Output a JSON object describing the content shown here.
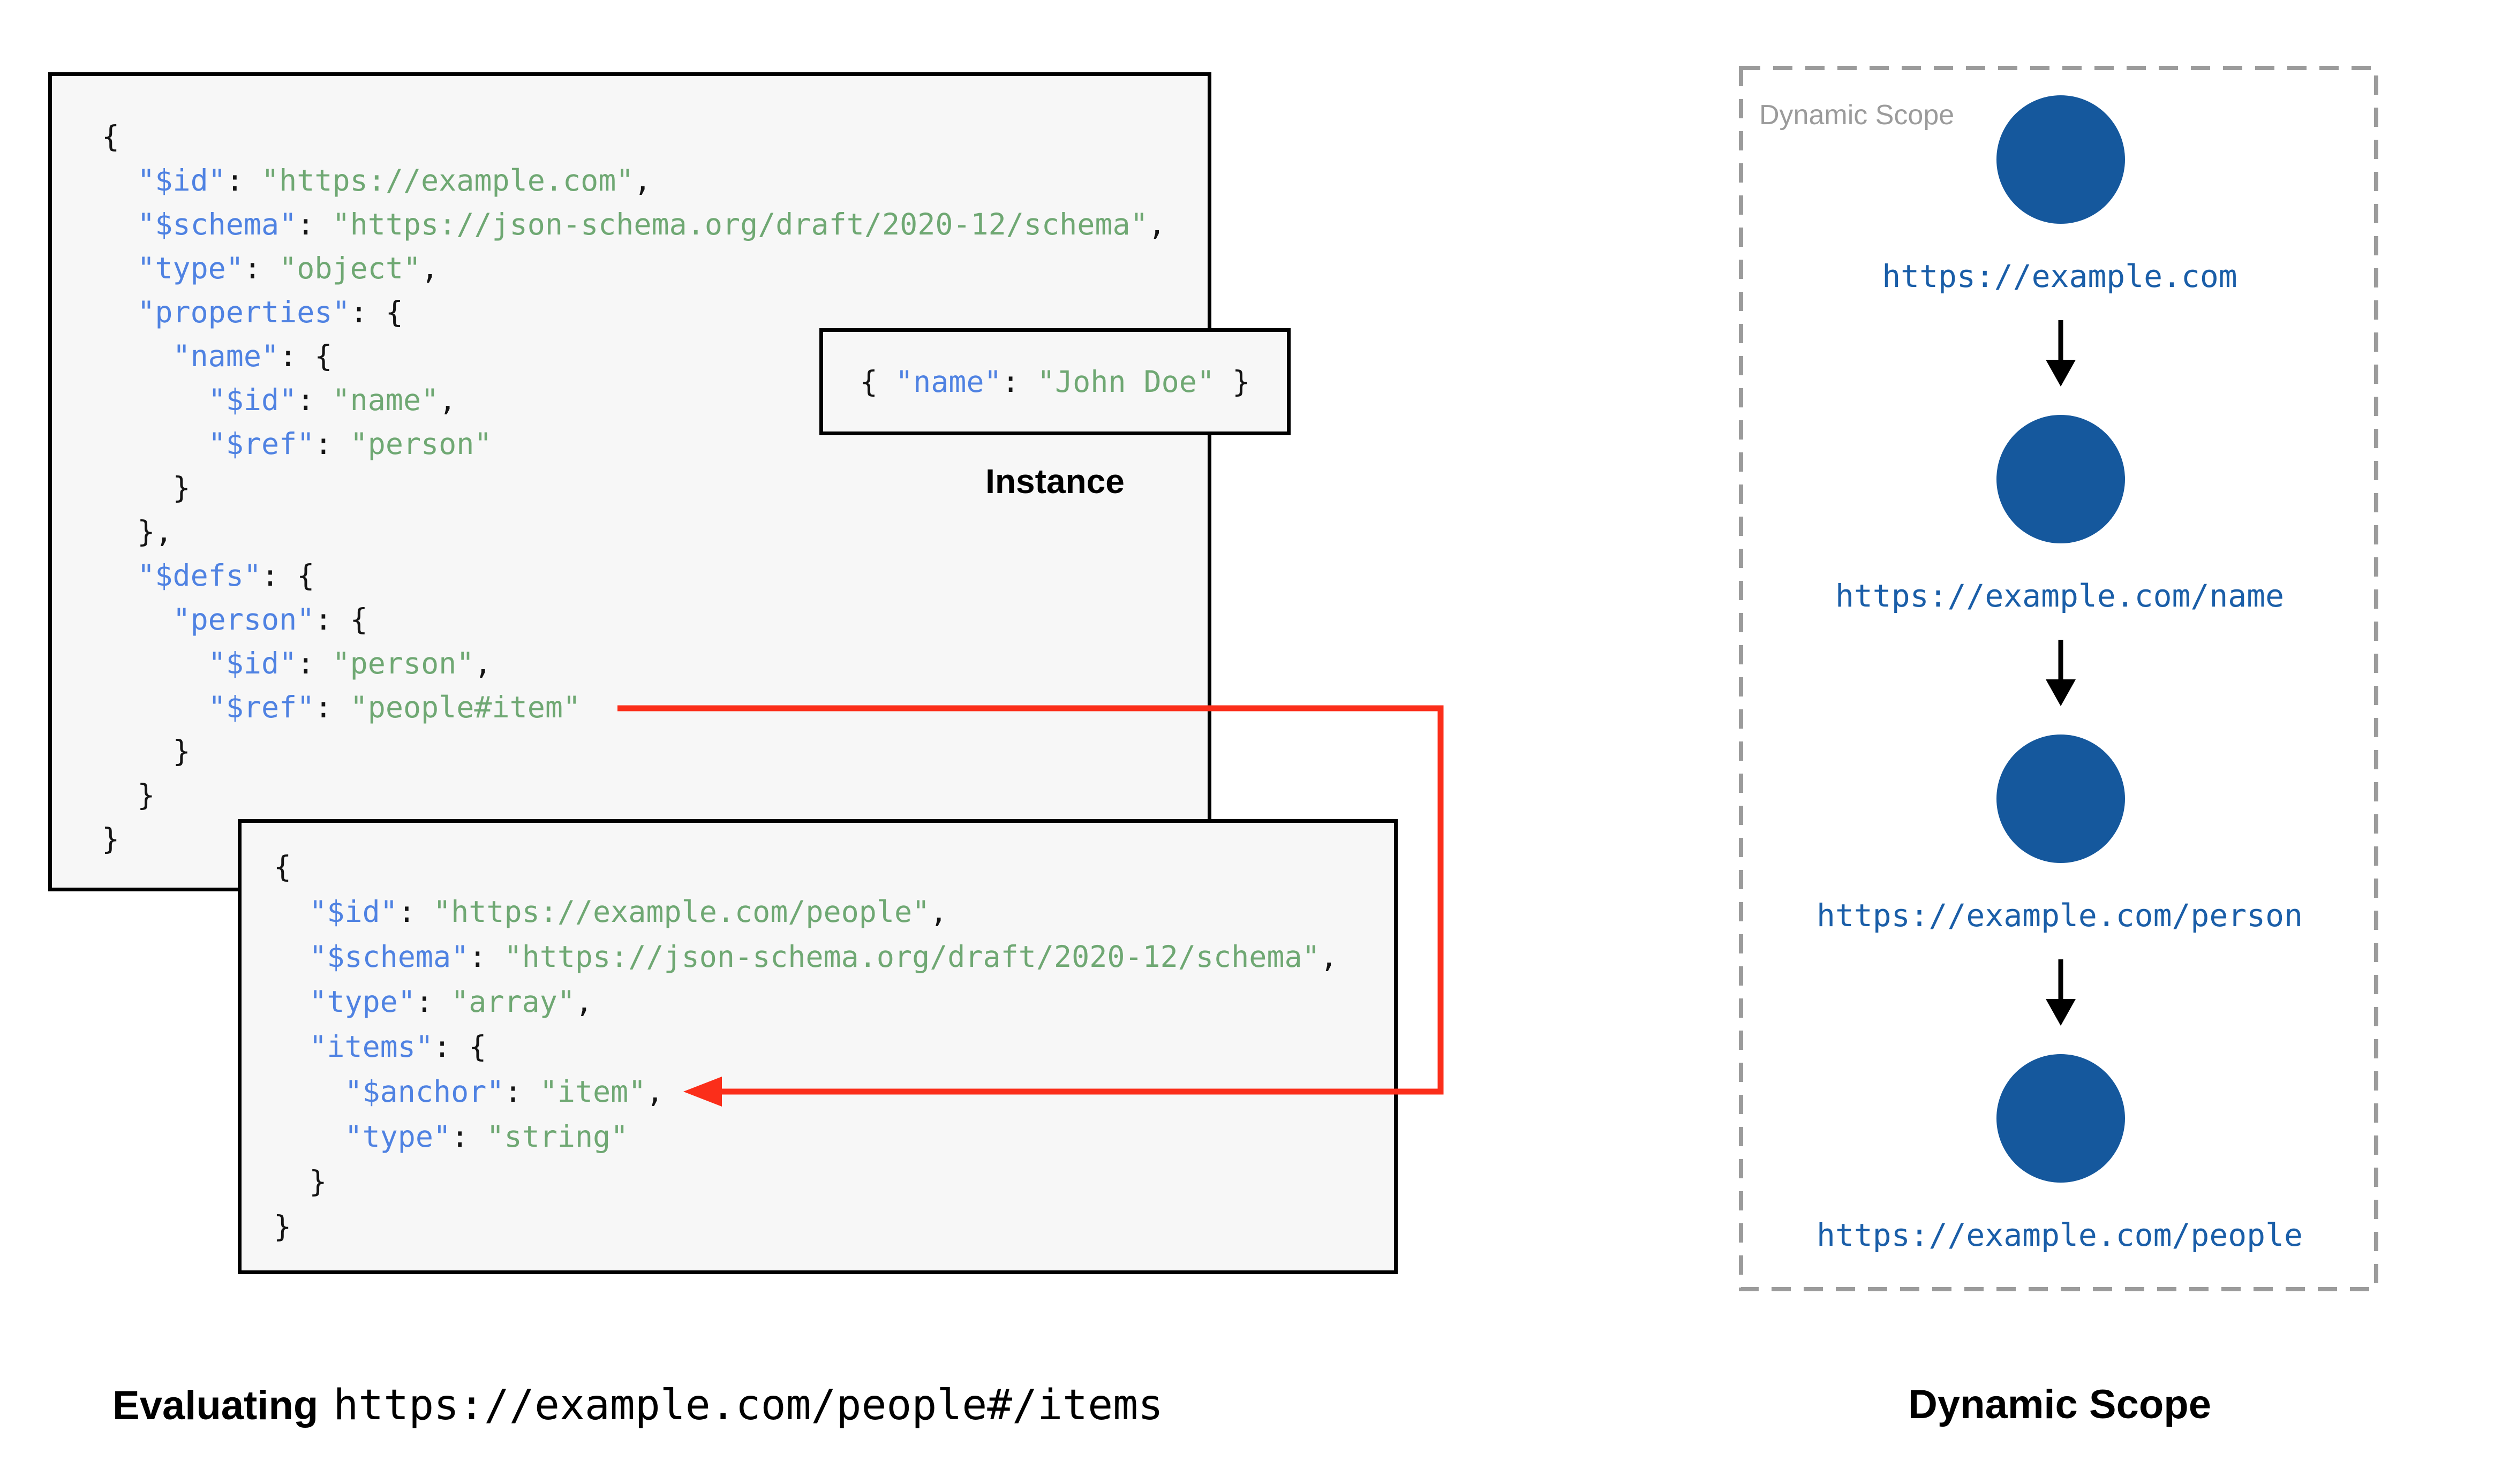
{
  "colors": {
    "key": "#4f82e2",
    "str": "#6fa873",
    "punct": "#141414",
    "red": "#fb2e1a",
    "circle": "#15589d",
    "nodetext": "#1a5ea8",
    "gray": "#9b9b9b",
    "boxbg": "#f7f7f7",
    "border": "#000000"
  },
  "code": {
    "schema1": {
      "lines": [
        [
          [
            "p",
            "{"
          ]
        ],
        [
          [
            "p",
            "  "
          ],
          [
            "k",
            "\"$id\""
          ],
          [
            "p",
            ": "
          ],
          [
            "s",
            "\"https://example.com\""
          ],
          [
            "p",
            ","
          ]
        ],
        [
          [
            "p",
            "  "
          ],
          [
            "k",
            "\"$schema\""
          ],
          [
            "p",
            ": "
          ],
          [
            "s",
            "\"https://json-schema.org/draft/2020-12/schema\""
          ],
          [
            "p",
            ","
          ]
        ],
        [
          [
            "p",
            "  "
          ],
          [
            "k",
            "\"type\""
          ],
          [
            "p",
            ": "
          ],
          [
            "s",
            "\"object\""
          ],
          [
            "p",
            ","
          ]
        ],
        [
          [
            "p",
            "  "
          ],
          [
            "k",
            "\"properties\""
          ],
          [
            "p",
            ": {"
          ]
        ],
        [
          [
            "p",
            "    "
          ],
          [
            "k",
            "\"name\""
          ],
          [
            "p",
            ": {"
          ]
        ],
        [
          [
            "p",
            "      "
          ],
          [
            "k",
            "\"$id\""
          ],
          [
            "p",
            ": "
          ],
          [
            "s",
            "\"name\""
          ],
          [
            "p",
            ","
          ]
        ],
        [
          [
            "p",
            "      "
          ],
          [
            "k",
            "\"$ref\""
          ],
          [
            "p",
            ": "
          ],
          [
            "s",
            "\"person\""
          ]
        ],
        [
          [
            "p",
            "    }"
          ]
        ],
        [
          [
            "p",
            "  },"
          ]
        ],
        [
          [
            "p",
            "  "
          ],
          [
            "k",
            "\"$defs\""
          ],
          [
            "p",
            ": {"
          ]
        ],
        [
          [
            "p",
            "    "
          ],
          [
            "k",
            "\"person\""
          ],
          [
            "p",
            ": {"
          ]
        ],
        [
          [
            "p",
            "      "
          ],
          [
            "k",
            "\"$id\""
          ],
          [
            "p",
            ": "
          ],
          [
            "s",
            "\"person\""
          ],
          [
            "p",
            ","
          ]
        ],
        [
          [
            "p",
            "      "
          ],
          [
            "k",
            "\"$ref\""
          ],
          [
            "p",
            ": "
          ],
          [
            "s",
            "\"people#item\""
          ]
        ],
        [
          [
            "p",
            "    }"
          ]
        ],
        [
          [
            "p",
            "  }"
          ]
        ],
        [
          [
            "p",
            "}"
          ]
        ]
      ]
    },
    "schema2": {
      "lines": [
        [
          [
            "p",
            "{"
          ]
        ],
        [
          [
            "p",
            "  "
          ],
          [
            "k",
            "\"$id\""
          ],
          [
            "p",
            ": "
          ],
          [
            "s",
            "\"https://example.com/people\""
          ],
          [
            "p",
            ","
          ]
        ],
        [
          [
            "p",
            "  "
          ],
          [
            "k",
            "\"$schema\""
          ],
          [
            "p",
            ": "
          ],
          [
            "s",
            "\"https://json-schema.org/draft/2020-12/schema\""
          ],
          [
            "p",
            ","
          ]
        ],
        [
          [
            "p",
            "  "
          ],
          [
            "k",
            "\"type\""
          ],
          [
            "p",
            ": "
          ],
          [
            "s",
            "\"array\""
          ],
          [
            "p",
            ","
          ]
        ],
        [
          [
            "p",
            "  "
          ],
          [
            "k",
            "\"items\""
          ],
          [
            "p",
            ": {"
          ]
        ],
        [
          [
            "p",
            "    "
          ],
          [
            "k",
            "\"$anchor\""
          ],
          [
            "p",
            ": "
          ],
          [
            "s",
            "\"item\""
          ],
          [
            "p",
            ","
          ]
        ],
        [
          [
            "p",
            "    "
          ],
          [
            "k",
            "\"type\""
          ],
          [
            "p",
            ": "
          ],
          [
            "s",
            "\"string\""
          ]
        ],
        [
          [
            "p",
            "  }"
          ]
        ],
        [
          [
            "p",
            "}"
          ]
        ]
      ]
    },
    "instance": {
      "lines": [
        [
          [
            "p",
            "{ "
          ],
          [
            "k",
            "\"name\""
          ],
          [
            "p",
            ": "
          ],
          [
            "s",
            "\"John Doe\""
          ],
          [
            "p",
            " }"
          ]
        ]
      ]
    }
  },
  "labels": {
    "instance": "Instance"
  },
  "scope": {
    "panel_label": "Dynamic Scope",
    "caption": "Dynamic Scope",
    "nodes": [
      "https://example.com",
      "https://example.com/name",
      "https://example.com/person",
      "https://example.com/people"
    ]
  },
  "captions": {
    "evaluating_bold": "Evaluating",
    "evaluating_code": "https://example.com/people#/items"
  }
}
